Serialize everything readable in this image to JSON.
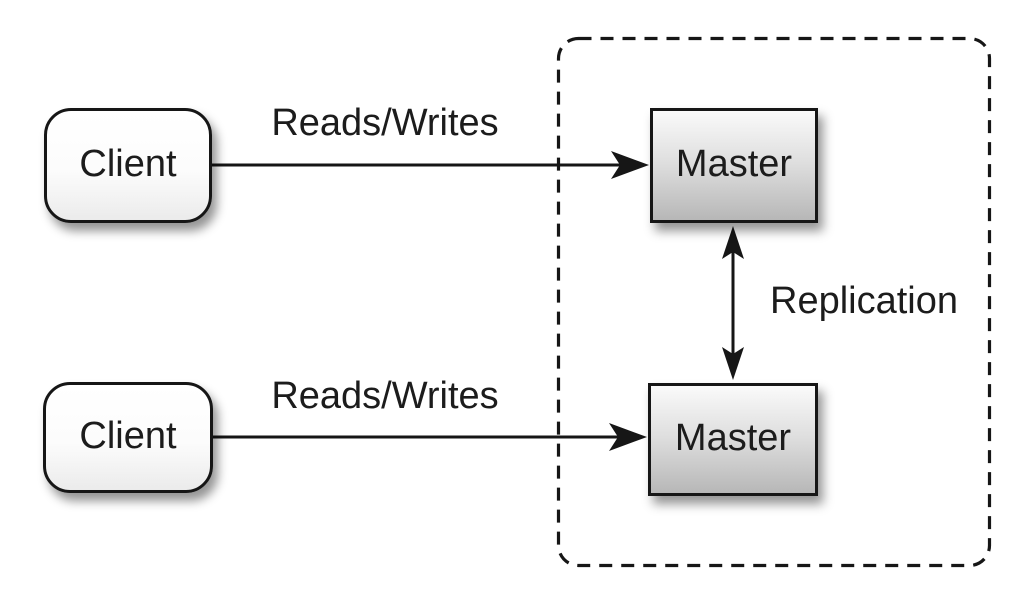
{
  "diagram": {
    "nodes": {
      "clients": [
        {
          "label": "Client"
        },
        {
          "label": "Client"
        }
      ],
      "masters": [
        {
          "label": "Master"
        },
        {
          "label": "Master"
        }
      ]
    },
    "edges": [
      {
        "label": "Reads/Writes",
        "from": "client-top",
        "to": "master-top",
        "arrows": "single"
      },
      {
        "label": "Reads/Writes",
        "from": "client-bottom",
        "to": "master-bottom",
        "arrows": "single"
      },
      {
        "label": "Replication",
        "from": "master-top",
        "to": "master-bottom",
        "arrows": "double"
      }
    ],
    "boundary": {
      "style": "dashed",
      "encloses": [
        "master-top",
        "master-bottom"
      ]
    },
    "colors": {
      "background": "#ffffff",
      "stroke": "#161616",
      "text": "#1c1c1c",
      "client_fill_top": "#ffffff",
      "client_fill_bottom": "#ebebeb",
      "master_fill_top": "#fafafa",
      "master_fill_bottom": "#b7b7b7"
    }
  }
}
